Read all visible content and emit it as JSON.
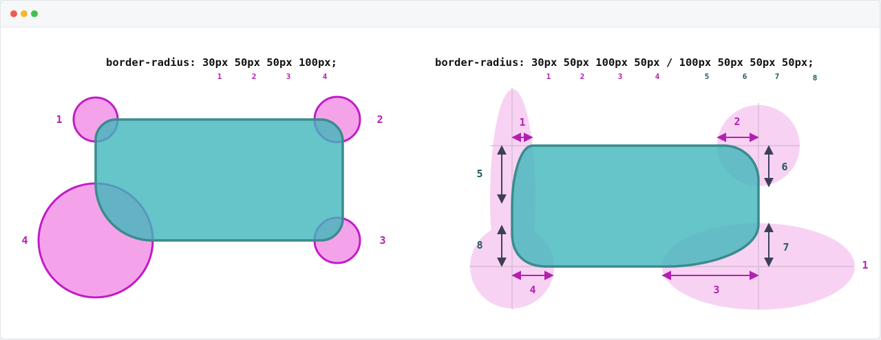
{
  "window": {
    "controls": [
      {
        "name": "close",
        "color": "#ee5a4f"
      },
      {
        "name": "minimize",
        "color": "#f5b62d"
      },
      {
        "name": "zoom",
        "color": "#3fc24a"
      }
    ]
  },
  "colors": {
    "shape_fill": "#5fc3c7",
    "shape_stroke": "#3a8c8c",
    "circle_fill": "#f4a3ea",
    "circle_stroke": "#c21cc7",
    "ellipse_fill": "#f8d2f3",
    "magenta_text": "#b320b0",
    "teal_text": "#1f5b60",
    "arrow_dark": "#3b3f5a"
  },
  "left": {
    "code": "border-radius: 30px 50px 50px 100px;",
    "indices": [
      "1",
      "2",
      "3",
      "4"
    ],
    "corner_labels": [
      "1",
      "2",
      "3",
      "4"
    ]
  },
  "right": {
    "code": "border-radius: 30px 50px 100px 50px / 100px 50px 50px 50px;",
    "indices_horizontal": [
      "1",
      "2",
      "3",
      "4"
    ],
    "indices_vertical": [
      "5",
      "6",
      "7",
      "8"
    ],
    "horizontal_labels": [
      "1",
      "2",
      "3",
      "4"
    ],
    "vertical_labels": [
      "5",
      "6",
      "7",
      "8"
    ],
    "clipped_label": "1"
  }
}
